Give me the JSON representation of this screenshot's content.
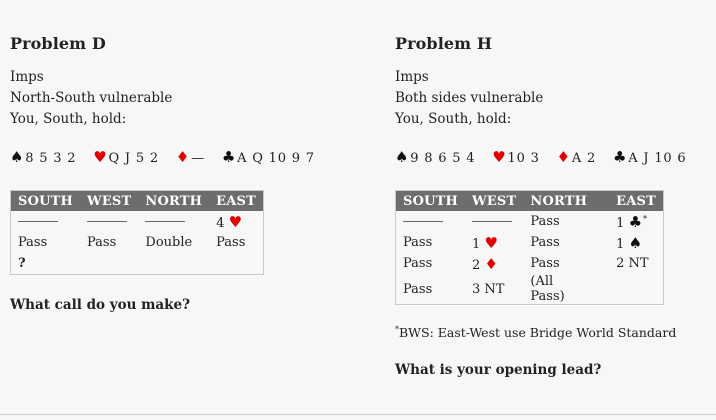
{
  "problem_d": {
    "title": "Problem D",
    "scoring": "Imps",
    "vulnerability": "North-South vulnerable",
    "prompt": "You, South, hold:",
    "hand": {
      "spades": "8 5 3 2",
      "hearts": "Q J 5 2",
      "diamonds": "—",
      "clubs": "A Q 10 9 7"
    },
    "auction_headers": [
      "SOUTH",
      "WEST",
      "NORTH",
      "EAST"
    ],
    "auction_row1_east": "4",
    "auction_row2": [
      "Pass",
      "Pass",
      "Double",
      "Pass"
    ],
    "auction_row3_south": "?",
    "question": "What call do you make?"
  },
  "problem_h": {
    "title": "Problem H",
    "scoring": "Imps",
    "vulnerability": "Both sides vulnerable",
    "prompt": "You, South, hold:",
    "hand": {
      "spades": "9 8 6 5 4",
      "hearts": "10 3",
      "diamonds": "A 2",
      "clubs": "A J 10 6"
    },
    "auction_headers": [
      "SOUTH",
      "WEST",
      "NORTH",
      "EAST"
    ],
    "row1_north": "Pass",
    "row1_east": "1",
    "row1_east_mark": "*",
    "row2_south": "Pass",
    "row2_west": "1",
    "row2_north": "Pass",
    "row2_east": "1",
    "row3_south": "Pass",
    "row3_west": "2",
    "row3_north": "Pass",
    "row3_east": "2 NT",
    "row4_south": "Pass",
    "row4_west": "3 NT",
    "row4_north": "(All Pass)",
    "footnote_mark": "*",
    "footnote": "BWS: East-West use Bridge World Standard",
    "question": "What is your opening lead?"
  },
  "colors": {
    "red_suit": "#e00000",
    "header_bg": "#6d6d6d"
  },
  "suit_symbols": {
    "spade": "♠",
    "heart": "♥",
    "diamond": "♦",
    "club": "♣"
  }
}
